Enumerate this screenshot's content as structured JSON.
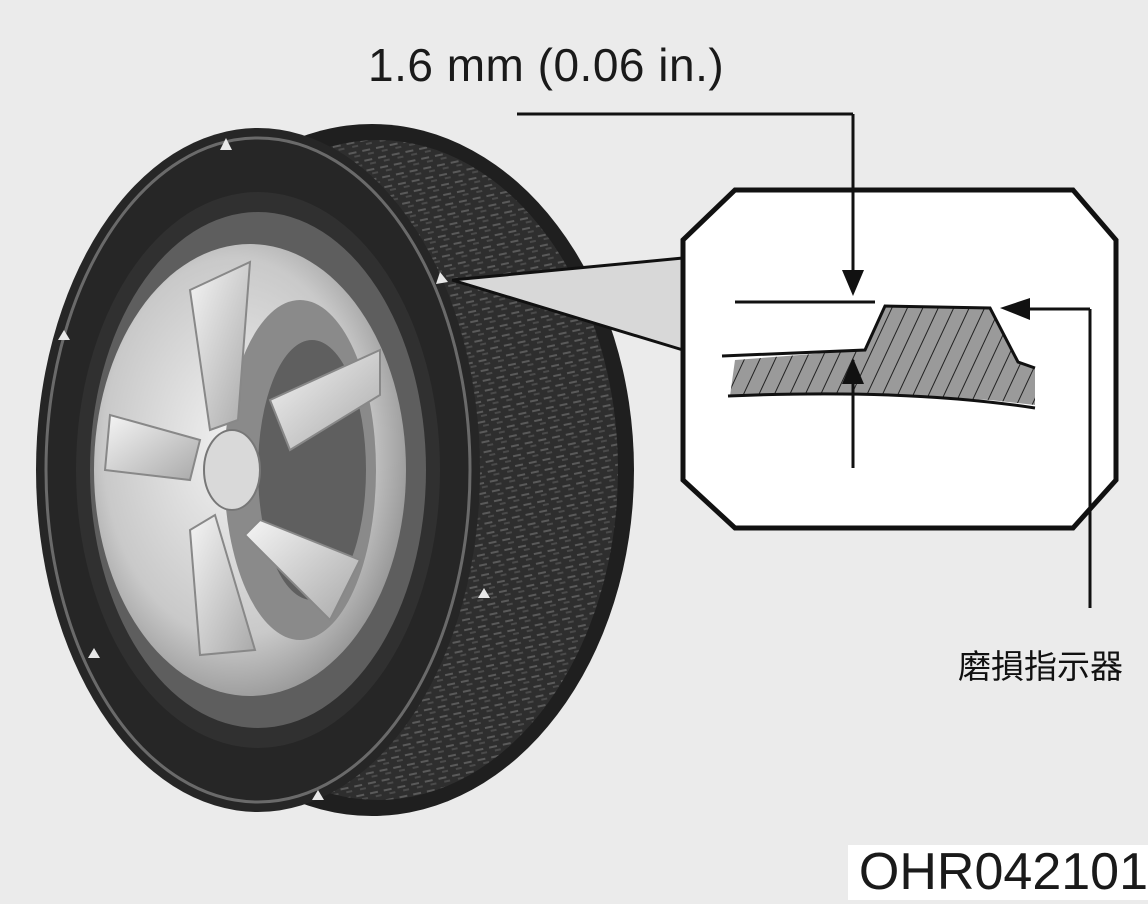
{
  "labels": {
    "tread_depth": "1.6 mm (0.06 in.)",
    "wear_indicator": "磨損指示器",
    "figure_code": "OHR042101"
  },
  "colors": {
    "background": "#ebebeb",
    "tire": "#262626",
    "hubcap": "#c8c8c8",
    "line": "#111111"
  }
}
